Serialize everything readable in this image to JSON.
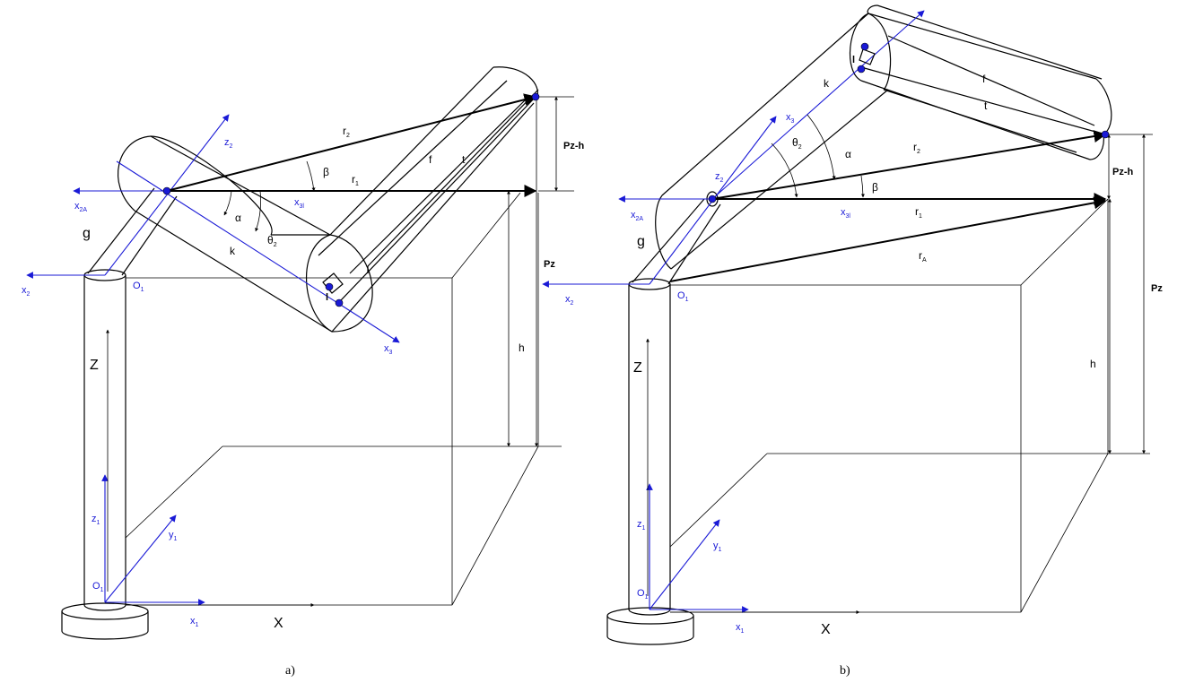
{
  "panel_a": {
    "caption": "a)",
    "labels": {
      "z2": "z",
      "z2_sub": "2",
      "x2A": "x",
      "x2A_sub": "2A",
      "g": "g",
      "x2": "x",
      "x2_sub": "2",
      "O1_top": "O",
      "O1_top_sub": "1",
      "r2": "r",
      "r2_sub": "2",
      "beta": "β",
      "r1": "r",
      "r1_sub": "1",
      "x3l": "x",
      "x3l_sub": "3l",
      "alpha": "α",
      "theta2": "θ",
      "theta2_sub": "2",
      "k": "k",
      "f": "f",
      "t": "t",
      "l": "l",
      "x3": "x",
      "x3_sub": "3",
      "Pzh": "Pz-h",
      "Pz": "Pz",
      "h": "h",
      "Z": "Z",
      "z1": "z",
      "z1_sub": "1",
      "y1": "y",
      "y1_sub": "1",
      "O1_base": "O",
      "O1_base_sub": "1",
      "x1": "x",
      "x1_sub": "1",
      "X": "X"
    }
  },
  "panel_b": {
    "caption": "b)",
    "labels": {
      "l": "l",
      "k": "k",
      "f": "f",
      "t": "t",
      "x3": "x",
      "x3_sub": "3",
      "theta2": "θ",
      "theta2_sub": "2",
      "alpha": "α",
      "r2": "r",
      "r2_sub": "2",
      "z2": "z",
      "z2_sub": "2",
      "beta": "β",
      "x2A": "x",
      "x2A_sub": "2A",
      "x3l": "x",
      "x3l_sub": "3l",
      "r1": "r",
      "r1_sub": "1",
      "g": "g",
      "rA": "r",
      "rA_sub": "A",
      "x2": "x",
      "x2_sub": "2",
      "O1_top": "O",
      "O1_top_sub": "1",
      "Pzh": "Pz-h",
      "Pz": "Pz",
      "h": "h",
      "Z": "Z",
      "z1": "z",
      "z1_sub": "1",
      "y1": "y",
      "y1_sub": "1",
      "O1_base": "O",
      "O1_base_sub": "1",
      "x1": "x",
      "x1_sub": "1",
      "X": "X"
    }
  },
  "colors": {
    "axis_blue": "#1a1ad6",
    "line_black": "#000000"
  }
}
